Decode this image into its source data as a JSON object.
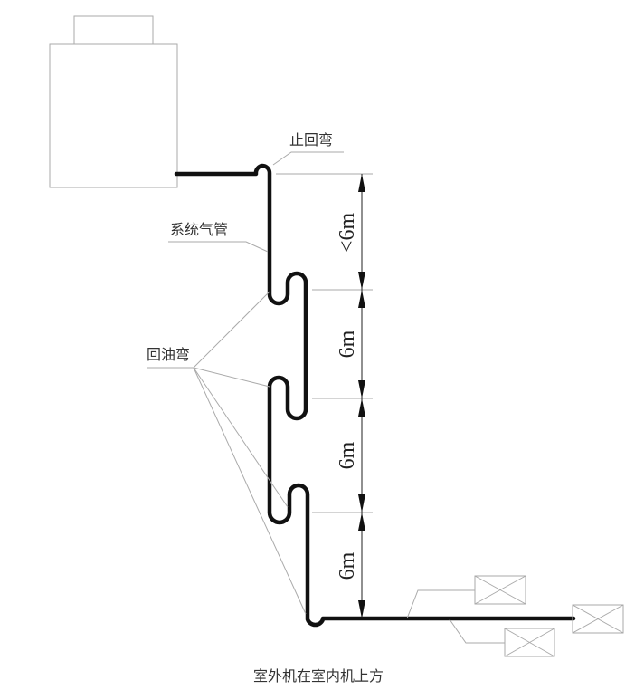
{
  "labels": {
    "check_bend": "止回弯",
    "system_gas_pipe": "系统气管",
    "oil_return_bend": "回油弯"
  },
  "dimensions": [
    "<6m",
    "6m",
    "6m",
    "6m"
  ],
  "caption": "室外机在室内机上方"
}
